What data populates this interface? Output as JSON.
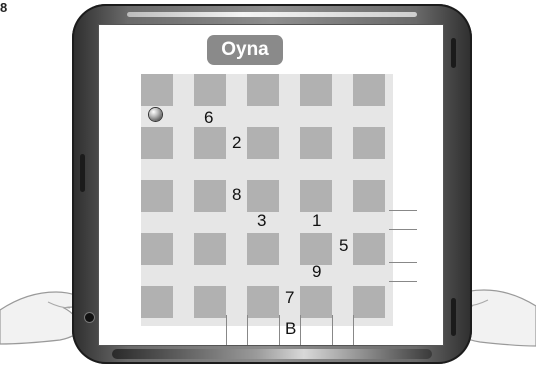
{
  "figure_label": "8",
  "screen": {
    "play_button_label": "Oyna"
  },
  "board": {
    "rows": 5,
    "cols": 5,
    "numbers": [
      {
        "label": "6"
      },
      {
        "label": "2"
      },
      {
        "label": "8"
      },
      {
        "label": "3"
      },
      {
        "label": "1"
      },
      {
        "label": "5"
      },
      {
        "label": "9"
      },
      {
        "label": "7"
      },
      {
        "label": "B"
      }
    ]
  },
  "colors": {
    "device_frame": "#6a6a6a",
    "cell": "#b1b1b1",
    "board_background": "#e6e6e6",
    "button": "#8a8a8a"
  },
  "icons": [
    "ball-icon",
    "camera-icon",
    "left-hand-icon",
    "right-hand-icon"
  ]
}
